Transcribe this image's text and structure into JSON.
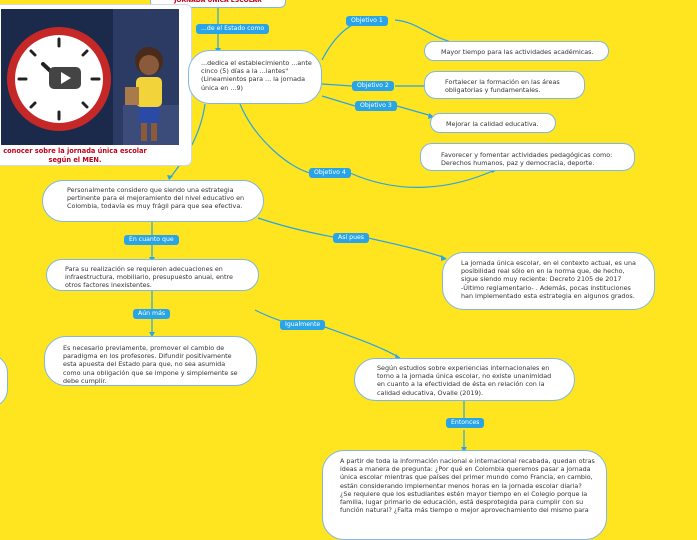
{
  "top_node": {
    "text": "JORNADA ÚNICA ESCOLAR"
  },
  "video": {
    "caption": "conocer sobre la jornada única escolar según el MEN."
  },
  "nodes": {
    "definition": "...dedica el establecimiento ...ante cinco (5) días a la ...iantes\" (Lineamientos para ... la jornada única en ...9)",
    "objetivo1": "Mayor tiempo para las actividades académicas.",
    "objetivo2": "Fortalecer la formación en las áreas obligatorias y fundamentales.",
    "objetivo3": "Mejorar la calidad educativa.",
    "objetivo4": "Favorecer y fomentar actividades pedagógicas como: Derechos humanos, paz y democracia, deporte.",
    "opinion": "Personalmente considero que siendo una estrategia pertinente para el mejoramiento del nivel educativo en Colombia, todavía es muy frágil para que sea efectiva.",
    "realizacion": "Para su realización se requieren adecuaciones en infraestructura, mobiliario, presupuesto anual, entre otros factores inexistentes.",
    "reality": "La jornada única escolar, en el contexto actual, es una posibilidad real sólo en en la norma que, de hecho, sigue siendo muy reciente: Decreto 2105 de 2017 -Último reglamentario- . Además, pocas instituciones han implementado esta estrategia en algunos grados.",
    "paradigma": "Es necesario previamente, promover el cambio de paradigma en los profesores. Difundir positivamente esta apuesta del Estado para que, no sea asumida como una obligación que se impone y simplemente se debe cumplir.",
    "experiencias": "Según estudios sobre experiencias internacionales en torno a la jornada única escolar, no existe unanimidad en cuanto a la efectividad de ésta en relación con la calidad educativa, Ovalle (2019).",
    "conclusion": "A partir de toda la información nacional e internacional recabada, quedan otras ideas a manera de pregunta: ¿Por qué en Colombia queremos pasar a jornada única escolar mientras que países del primer mundo como Francia, en cambio, están considerando implementar menos horas en la jornada escolar diaria? ¿Se requiere que los estudiantes estén mayor tiempo en el Colegio porque la familia, lugar primario de educación, está desprotegida para cumplir con su función natural? ¿Falta más tiempo o mejor aprovechamiento del mismo para"
  },
  "labels": {
    "estado": "...de el Estado como",
    "objetivo1": "Objetivo 1",
    "objetivo2": "Objetivo 2",
    "objetivo3": "Objetivo 3",
    "objetivo4": "Objetivo 4",
    "en_cuanto": "En cuanto que",
    "asi_pues": "Así pues",
    "aun_mas": "Aún más",
    "igualmente": "Igualmente",
    "entonces": "Entonces"
  },
  "colors": {
    "background": "#FFE51F",
    "label": "#29a4e6",
    "line": "#29a4e6",
    "caption": "#c0001c"
  },
  "icons": {
    "play": "play-icon",
    "clock": "clock-icon"
  }
}
